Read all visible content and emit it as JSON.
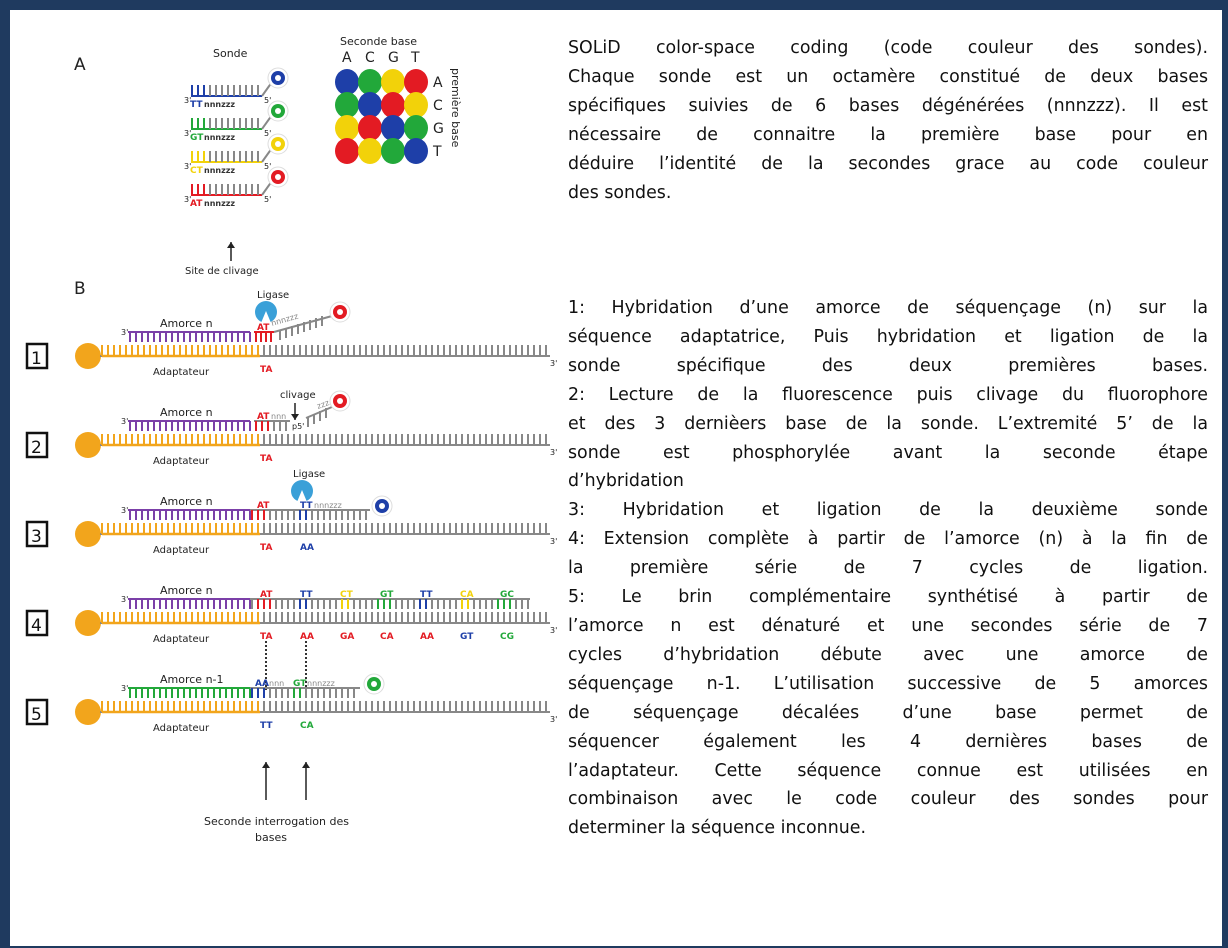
{
  "panel_a": {
    "label": "A",
    "sonde_label": "Sonde",
    "seconde_base_label": "Seconde base",
    "premiere_base_label": "première base",
    "col_bases": [
      "A",
      "C",
      "G",
      "T"
    ],
    "row_bases": [
      "A",
      "C",
      "G",
      "T"
    ],
    "grid_colors": [
      [
        "blue",
        "green",
        "yellow",
        "red"
      ],
      [
        "green",
        "blue",
        "red",
        "yellow"
      ],
      [
        "yellow",
        "red",
        "blue",
        "green"
      ],
      [
        "red",
        "yellow",
        "green",
        "blue"
      ]
    ],
    "probes": [
      {
        "bases": "TT",
        "rest": "nnnzzz",
        "color": "blue"
      },
      {
        "bases": "GT",
        "rest": "nnnzzz",
        "color": "green"
      },
      {
        "bases": "CT",
        "rest": "nnnzzz",
        "color": "yellow"
      },
      {
        "bases": "AT",
        "rest": "nnnzzz",
        "color": "red"
      }
    ],
    "prime3": "3'",
    "prime5": "5'",
    "cleavage_label": "Site de clivage"
  },
  "panel_b": {
    "label": "B",
    "steps": [
      {
        "num": "1",
        "primer": "Amorce n",
        "adapter": "Adaptateur",
        "ligase": "Ligase",
        "probe": "AT",
        "probe_rest": "nnnzzz",
        "below": [
          "TA"
        ]
      },
      {
        "num": "2",
        "primer": "Amorce n",
        "adapter": "Adaptateur",
        "clivage": "clivage",
        "probe": "AT",
        "probe_rest": "nnn",
        "p5": "p5'",
        "cut_rest": "zzz",
        "below": [
          "TA"
        ]
      },
      {
        "num": "3",
        "primer": "Amorce n",
        "adapter": "Adaptateur",
        "ligase": "Ligase",
        "probe": "AT",
        "probe2": "TT",
        "probe_rest": "nnnzzz",
        "below": [
          "TA",
          "AA"
        ]
      },
      {
        "num": "4",
        "primer": "Amorce n",
        "adapter": "Adaptateur",
        "probes": [
          "AT",
          "TT",
          "CT",
          "GT",
          "TT",
          "CA",
          "GC"
        ],
        "below": [
          "TA",
          "AA",
          "GA",
          "CA",
          "AA",
          "GT",
          "CG"
        ]
      },
      {
        "num": "5",
        "primer": "Amorce n-1",
        "adapter": "Adaptateur",
        "probe": "AA",
        "mid": "nnn",
        "probe2": "GT",
        "probe_rest": "nnnzzz",
        "below": [
          "TT",
          "CA"
        ]
      }
    ],
    "interrogation_label_1": "Seconde interrogation des",
    "interrogation_label_2": "bases"
  },
  "colors": {
    "blue": "#1e3fa8",
    "green": "#22a83a",
    "yellow": "#f2d20a",
    "red": "#e31b23",
    "adapter": "#f2a51c",
    "primer_purple": "#7b3fa8",
    "gray": "#8a8a8a",
    "frame": "#1f3a5f"
  },
  "description_a": [
    "SOLiD color-space coding (code couleur des sondes).",
    "Chaque sonde est un octamère constitué de deux bases",
    "spécifiques suivies de 6 bases dégénérées (nnnzzz). Il est",
    "nécessaire de connaitre la première base pour en",
    "déduire l’identité de la secondes grace au code couleur",
    "des sondes."
  ],
  "description_b": [
    "1: Hybridation d’une amorce de séquençage (n) sur la",
    "séquence adaptatrice, Puis hybridation et ligation de la",
    "sonde spécifique des deux premières bases.",
    "2: Lecture de la fluorescence puis clivage du fluorophore",
    "et des 3 dernièers base de la sonde. L’extremité 5’ de la",
    "sonde est phosphorylée avant la seconde étape",
    "d’hybridation",
    "3: Hybridation et ligation de la deuxième sonde",
    "4:  Extension complète à partir de l’amorce (n) à la fin de",
    "la première série de 7 cycles de ligation.",
    "5: Le brin complémentaire synthétisé à partir de",
    "l’amorce n est dénaturé et une secondes série de 7",
    "cycles d’hybridation débute avec une amorce de",
    "séquençage n-1.  L’utilisation  successive de 5 amorces",
    "de séquençage décalées d’une base permet de",
    "séquencer également les 4 dernières bases de",
    "l’adaptateur. Cette séquence connue est utilisées en",
    "combinaison avec le code couleur des sondes pour",
    "determiner la séquence inconnue."
  ]
}
